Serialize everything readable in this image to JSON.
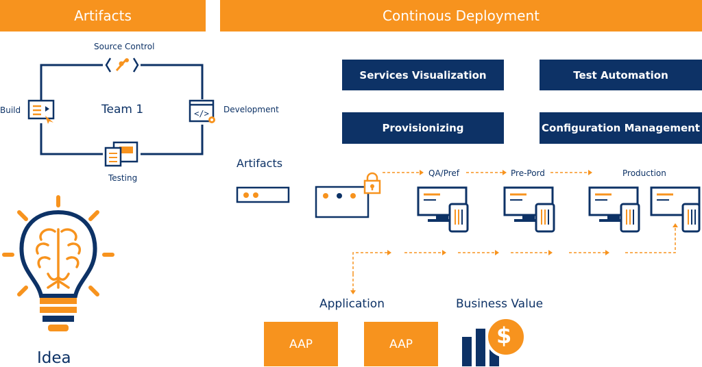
{
  "banners": {
    "left": "Artifacts",
    "right": "Continous Deployment"
  },
  "team_cycle": {
    "center": "Team 1",
    "top": "Source Control",
    "right": "Development",
    "bottom": "Testing",
    "left": "Build"
  },
  "tools": [
    {
      "label": "Services Visualization"
    },
    {
      "label": "Test Automation"
    },
    {
      "label": "Provisionizing"
    },
    {
      "label": "Configuration Management"
    }
  ],
  "pipeline": {
    "artifacts_label": "Artifacts",
    "stages": [
      "QA/Pref",
      "Pre-Pord",
      "Production"
    ]
  },
  "idea": {
    "label": "Idea"
  },
  "outcomes": {
    "application_label": "Application",
    "business_value_label": "Business Value",
    "apps": [
      "AAP",
      "AAP"
    ],
    "currency_symbol": "$"
  },
  "icons": {
    "source_control": "code-branch-icon",
    "build": "monitor-play-icon",
    "development": "code-window-icon",
    "testing": "documents-icon",
    "lock": "lock-icon",
    "idea": "lightbulb-brain-icon",
    "business_value": "bar-chart-dollar-icon"
  },
  "colors": {
    "orange": "#f7931e",
    "navy": "#0d3266",
    "white": "#ffffff"
  }
}
